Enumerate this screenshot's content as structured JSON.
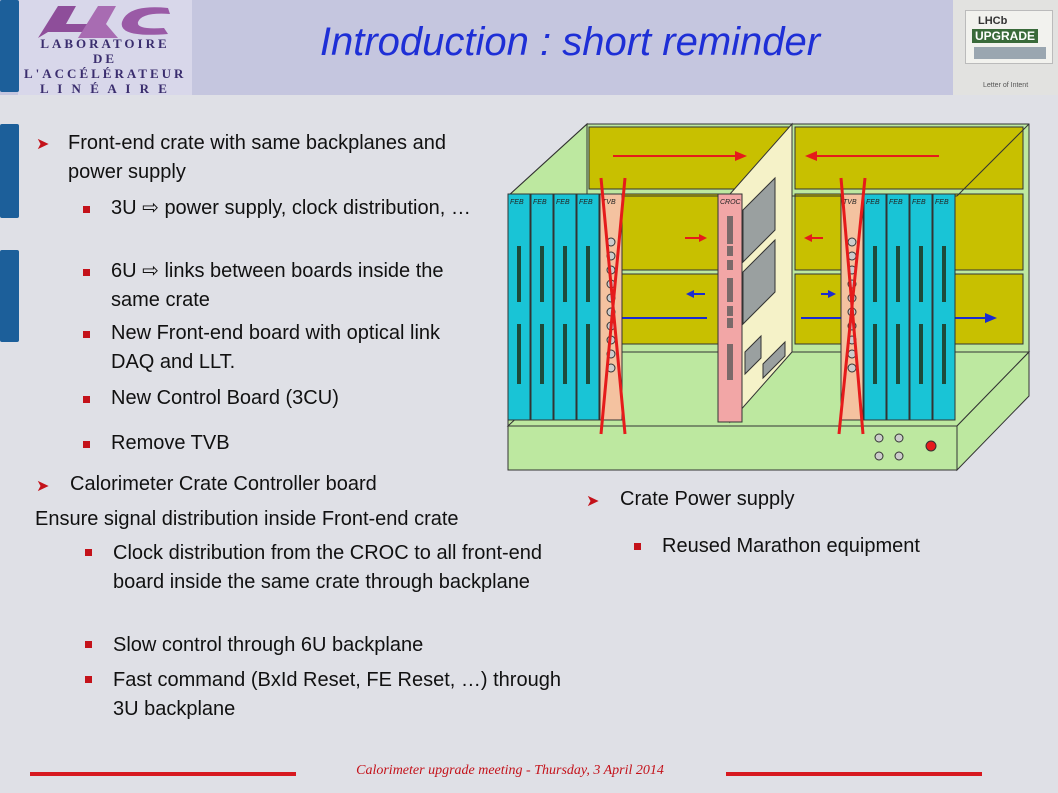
{
  "header": {
    "title": "Introduction : short reminder",
    "logo_left_text": "LAC",
    "logo_left_sub": [
      "LABORATOIRE",
      "DE L'ACCÉLÉRATEUR",
      "L I N É A I R E"
    ],
    "logo_right_text": "LHCb",
    "logo_right_sub": "UPGRADE",
    "logo_right_caption": "Letter of Intent"
  },
  "left_column": {
    "bullet1": "Front-end crate with same backplanes and power supply",
    "sub_items": [
      "3U ⇨ power supply, clock distribution, …",
      "6U ⇨ links between boards inside the same crate",
      "New Front-end board with optical link DAQ and LLT.",
      "New Control Board (3CU)",
      "Remove TVB"
    ],
    "bullet2": "Calorimeter Crate Controller board",
    "ensure": "Ensure signal distribution inside Front-end crate",
    "sub_items2": [
      "Clock distribution from the CROC to all front-end board inside the same crate through backplane",
      "Slow control through 6U backplane",
      "Fast command (BxId Reset, FE Reset, …) through 3U backplane"
    ]
  },
  "right_column": {
    "bullet": "Crate Power supply",
    "sub": "Reused Marathon equipment"
  },
  "diagram": {
    "board_labels": [
      "FEB",
      "FEB",
      "FEB",
      "FEB",
      "TVB",
      "CROC",
      "TVB",
      "FEB",
      "FEB",
      "FEB",
      "FEB"
    ]
  },
  "footer": "Calorimeter upgrade meeting - Thursday, 3 April 2014",
  "colors": {
    "title": "#1e2fd6",
    "bullet": "#c4121a",
    "board": "#19c4d6",
    "cross": "#e51b1b",
    "backplane": "#c8c000"
  }
}
